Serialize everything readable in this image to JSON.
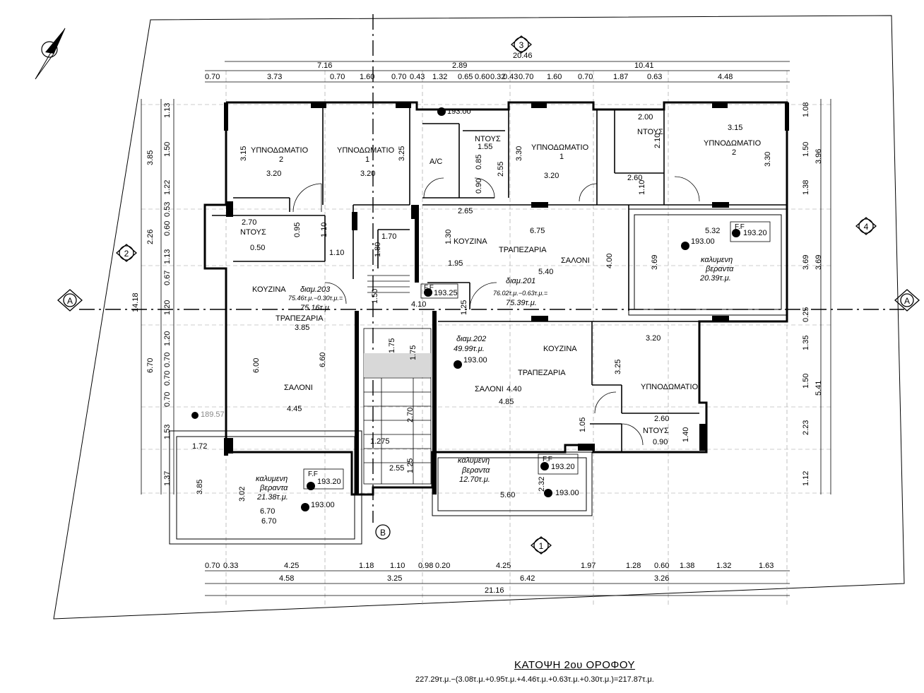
{
  "plan": {
    "title": "ΚΑΤΟΨΗ 2ου ΟΡΟΦΟΥ",
    "area_formula": "227.29τ.μ.−(3.08τ.μ.+0.95τ.μ.+4.46τ.μ.+0.63τ.μ.+0.30τ.μ.)=217.87τ.μ."
  },
  "grid_markers": {
    "g1": "1",
    "g2": "2",
    "g3": "3",
    "g4": "4",
    "gA_left": "A",
    "gA_right": "A",
    "gB": "B"
  },
  "rooms": {
    "bed2_left": "ΥΠΝΟΔΩΜΑΤΙΟ\n2",
    "bed1_left": "ΥΠΝΟΔΩΜΑΤΙΟ\n1",
    "ac": "A/C",
    "shower_top": "ΝΤΟΥΣ",
    "bed1_right": "ΥΠΝΟΔΩΜΑΤΙΟ\n1",
    "shower_top_right": "ΝΤΟΥΣ",
    "bed2_right": "ΥΠΝΟΔΩΜΑΤΙΟ\n2",
    "shower_left": "ΝΤΟΥΣ",
    "kitchen_mid": "ΚΟΥΖΙΝΑ",
    "dining_mid": "ΤΡΑΠΕΖΑΡΙΑ",
    "living_mid": "ΣΑΛΟΝΙ",
    "kitchen_left": "ΚΟΥΖΙΝΑ",
    "dining_left": "ΤΡΑΠΕΖΑΡΙΑ",
    "living_left": "ΣΑΛΟΝΙ",
    "kitchen_right": "ΚΟΥΖΙΝΑ",
    "dining_right": "ΤΡΑΠΕΖΑΡΙΑ",
    "living_right": "ΣΑΛΟΝΙ",
    "bed_right": "ΥΠΝΟΔΩΜΑΤΙΟ",
    "shower_right": "ΝΤΟΥΣ",
    "veranda_tr_1": "καλυμενη",
    "veranda_tr_2": "βεραντα",
    "veranda_tr_3": "20.39τ.μ.",
    "veranda_bl_1": "καλυμενη",
    "veranda_bl_2": "βεραντα",
    "veranda_bl_3": "21.38τ.μ.",
    "veranda_bm_1": "καλυμενη",
    "veranda_bm_2": "βεραντα",
    "veranda_bm_3": "12.70τ.μ."
  },
  "apartments": {
    "d201_a": "διαμ.201",
    "d201_b": "76.02τ.μ.−0.63τ.μ.=",
    "d201_c": "75.39τ.μ.",
    "d202_a": "διαμ.202",
    "d202_b": "49.99τ.μ.",
    "d203_a": "διαμ.203",
    "d203_b": "75.46τ.μ.−0.30τ.μ.=",
    "d203_c": "75.16τ.μ."
  },
  "levels": {
    "l1": "193.00",
    "l2": "193.00",
    "l3": "193.00",
    "l4": "193.00",
    "l5": "193.00",
    "l6": "193.20",
    "l7": "193.20",
    "l8": "193.20",
    "l9": "193.25",
    "l10": "189.57",
    "ff": "F.F"
  },
  "dims_top_outer": {
    "total": "20.46",
    "a": "7.16",
    "b": "2.89",
    "c": "10.41"
  },
  "dims_top_inner": [
    "0.70",
    "3.73",
    "0.70",
    "1.60",
    "0.70",
    "0.43",
    "1.32",
    "0.65",
    "0.60",
    "0.32",
    "0.43",
    "0.70",
    "1.60",
    "0.70",
    "1.87",
    "0.63",
    "4.48"
  ],
  "dims_bottom_inner": [
    "0.70",
    "0.33",
    "4.25",
    "1.18",
    "1.10",
    "0.98",
    "0.20",
    "4.25",
    "1.97",
    "1.28",
    "0.60",
    "1.38",
    "1.32",
    "1.63"
  ],
  "dims_bottom_mid": {
    "a": "4.58",
    "b": "3.25",
    "c": "6.42",
    "d": "3.26"
  },
  "dims_bottom_total": "21.16",
  "dims_left_inner": [
    "1.13",
    "1.50",
    "1.22",
    "0.53",
    "0.60",
    "1.13",
    "0.67",
    "1.20",
    "1.20",
    "0.70",
    "0.70",
    "0.70",
    "1.53",
    "1.37"
  ],
  "dims_left_mid": {
    "a": "3.85",
    "b": "2.26",
    "c": "6.70"
  },
  "dims_left_total": "14.18",
  "dims_right_inner": [
    "1.08",
    "1.50",
    "1.38",
    "3.69",
    "0.25",
    "1.35",
    "1.50",
    "2.23",
    "1.12"
  ],
  "dims_right_mid": {
    "a": "3.96",
    "b": "3.69",
    "c": "5.41"
  },
  "room_dims": {
    "r1": "3.15",
    "r2": "3.20",
    "r3": "3.25",
    "r4": "3.20",
    "r5": "3.30",
    "r6": "3.20",
    "r7": "2.00",
    "r8": "2.10",
    "r9": "3.15",
    "r10": "3.30",
    "r11": "1.55",
    "r12": "2.55",
    "r13": "0.85",
    "r14": "0.90",
    "r15": "2.60",
    "r16": "1.10",
    "r17": "2.70",
    "r18": "0.95",
    "r19": "1.10",
    "r20": "0.50",
    "r21": "1.10",
    "r22": "1.70",
    "r23": "1.80",
    "r24": "2.65",
    "r25": "1.30",
    "r26": "1.95",
    "r27": "6.75",
    "r28": "5.40",
    "r29": "4.00",
    "r30": "5.32",
    "r31": "3.69",
    "r32": "4.10",
    "r33": "1.25",
    "r34": "1.50",
    "r35": "3.85",
    "r36": "6.00",
    "r37": "6.60",
    "r38": "4.45",
    "r39": "1.75",
    "r40": "1.75",
    "r41": "2.70",
    "r42": "1.275",
    "r43": "1.25",
    "r44": "2.55",
    "r45": "4.40",
    "r46": "4.85",
    "r47": "3.20",
    "r48": "3.25",
    "r49": "2.60",
    "r50": "1.40",
    "r51": "0.90",
    "r52": "1.05",
    "r53": "1.72",
    "r54": "3.85",
    "r55": "3.02",
    "r56": "6.70",
    "r57": "6.70",
    "r58": "2.32",
    "r59": "5.60"
  }
}
